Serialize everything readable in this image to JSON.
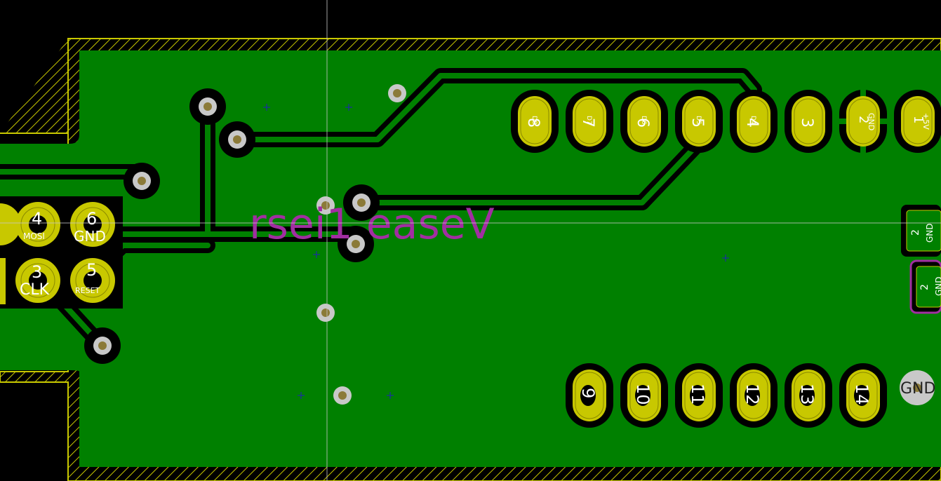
{
  "app": {
    "name": "PCB layout editor",
    "view": "copper layer canvas"
  },
  "colors": {
    "background": "#000000",
    "board_outline": "#c8c800",
    "copper_pour": "#008000",
    "clearance": "#000000",
    "pad_copper": "#c8c800",
    "via_ring": "#c8c8c8",
    "via_hole": "#8b7a38",
    "silkscreen": "#a12ea1",
    "grid_marker": "#1f1fbf"
  },
  "top_header": {
    "pins": [
      {
        "number": "8",
        "net": "D8"
      },
      {
        "number": "7",
        "net": "D7"
      },
      {
        "number": "6",
        "net": "D6"
      },
      {
        "number": "5",
        "net": "D5"
      },
      {
        "number": "4",
        "net": "D4"
      },
      {
        "number": "3",
        "net": ""
      },
      {
        "number": "2",
        "net": "GND"
      },
      {
        "number": "1",
        "net": "+5V"
      }
    ]
  },
  "bottom_header": {
    "pins": [
      {
        "number": "9"
      },
      {
        "number": "10"
      },
      {
        "number": "11"
      },
      {
        "number": "12"
      },
      {
        "number": "13"
      },
      {
        "number": "14"
      }
    ]
  },
  "isp_header": {
    "pins": [
      {
        "number": "4",
        "net": "MOSI"
      },
      {
        "number": "6",
        "net": "GND"
      },
      {
        "number": "3",
        "net": "CLK"
      },
      {
        "number": "5",
        "net": "RESET"
      }
    ]
  },
  "right_pads": [
    {
      "number": "2",
      "net": "GND"
    },
    {
      "number": "2",
      "net": "GND"
    }
  ],
  "mounting_pad": {
    "label": "GND"
  },
  "silkscreen_text": "rsei1 easeV"
}
